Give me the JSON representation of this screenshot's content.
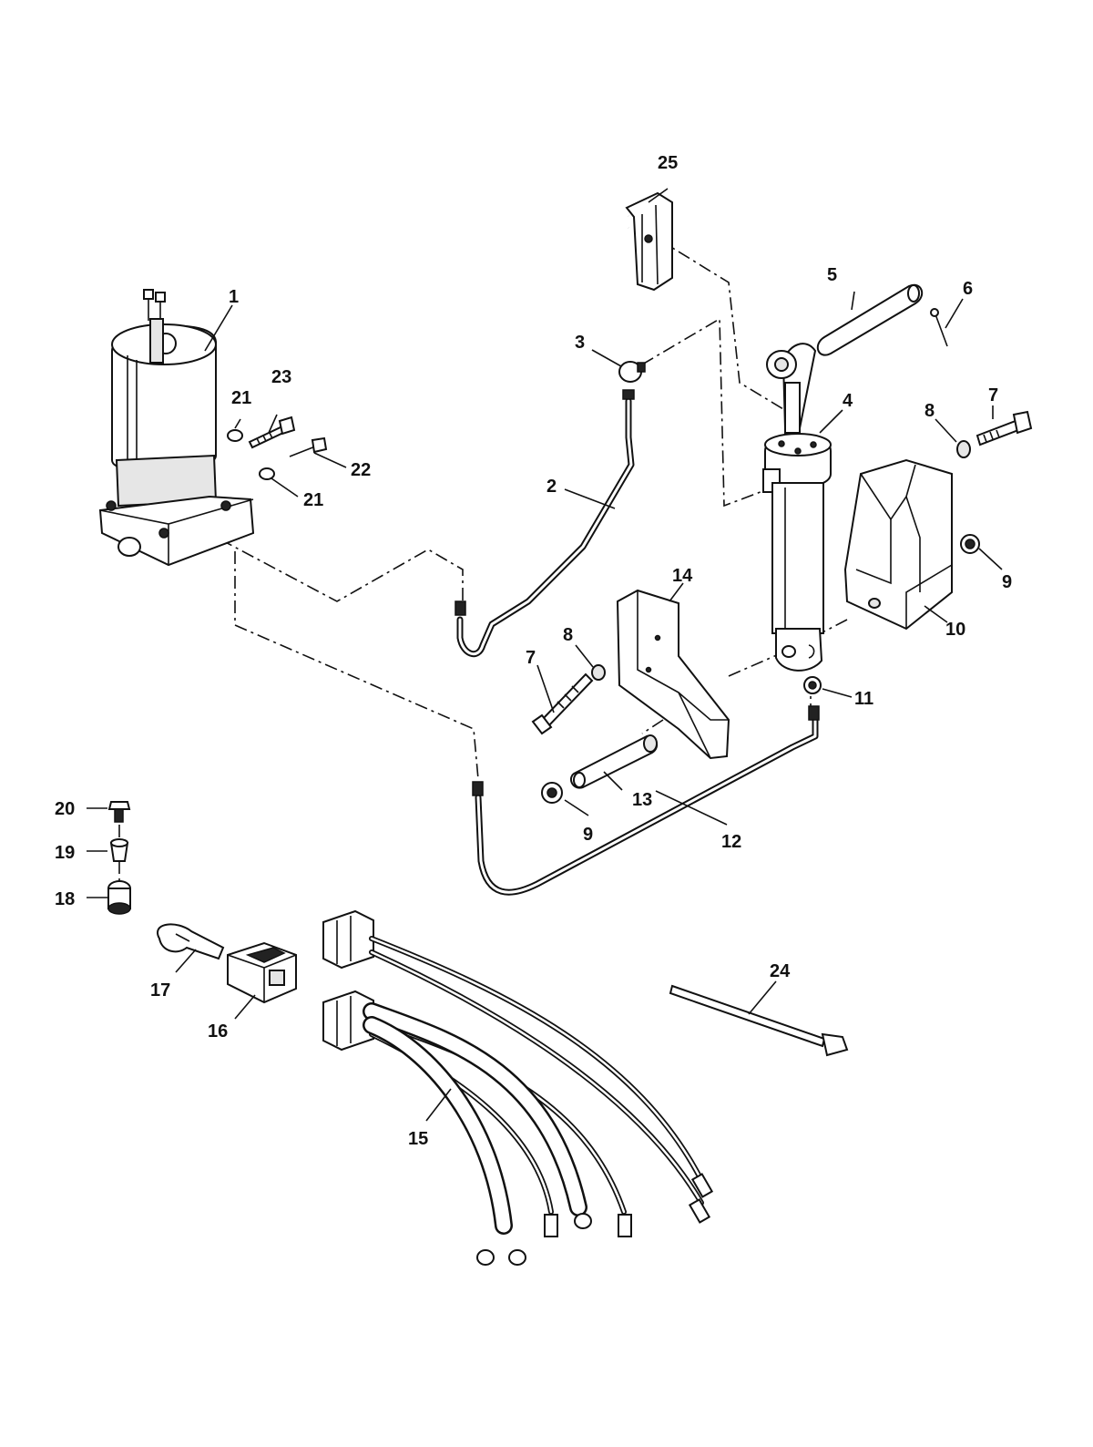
{
  "diagram": {
    "callouts": {
      "c1": "1",
      "c2": "2",
      "c3": "3",
      "c4": "4",
      "c5": "5",
      "c6": "6",
      "c7a": "7",
      "c7b": "7",
      "c8a": "8",
      "c8b": "8",
      "c9a": "9",
      "c9b": "9",
      "c10": "10",
      "c11": "11",
      "c12": "12",
      "c13": "13",
      "c14": "14",
      "c15": "15",
      "c16": "16",
      "c17": "17",
      "c18": "18",
      "c19": "19",
      "c20": "20",
      "c21a": "21",
      "c21b": "21",
      "c22": "22",
      "c23": "23",
      "c24": "24",
      "c25": "25"
    }
  }
}
